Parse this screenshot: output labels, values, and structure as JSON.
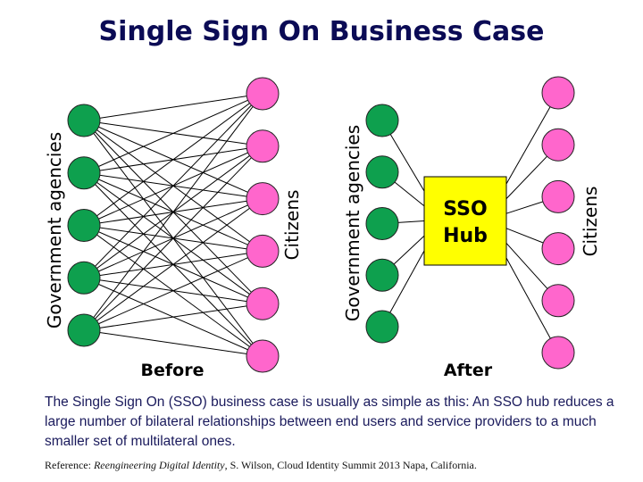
{
  "title": "Single Sign On Business Case",
  "before": {
    "label": "Before",
    "left_group_label": "Government agencies",
    "right_group_label": "Citizens",
    "agencies_count": 5,
    "citizens_count": 6,
    "connection_type": "all-to-all"
  },
  "after": {
    "label": "After",
    "left_group_label": "Government agencies",
    "right_group_label": "Citizens",
    "agencies_count": 5,
    "citizens_count": 6,
    "hub_line1": "SSO",
    "hub_line2": "Hub",
    "connection_type": "hub-and-spoke"
  },
  "colors": {
    "title": "#0b0b55",
    "agency_fill": "#0ea04e",
    "citizen_fill": "#ff66cc",
    "hub_fill": "#ffff00",
    "edge": "#000000"
  },
  "caption": "The Single Sign On (SSO) business case is usually as simple as this: An SSO hub reduces a large number of bilateral relationships between end users and service providers to a much smaller set of multilateral ones.",
  "reference": {
    "prefix": "Reference: ",
    "work": "Reengineering Digital Identity",
    "suffix": ", S. Wilson, Cloud Identity Summit 2013 Napa, California."
  }
}
